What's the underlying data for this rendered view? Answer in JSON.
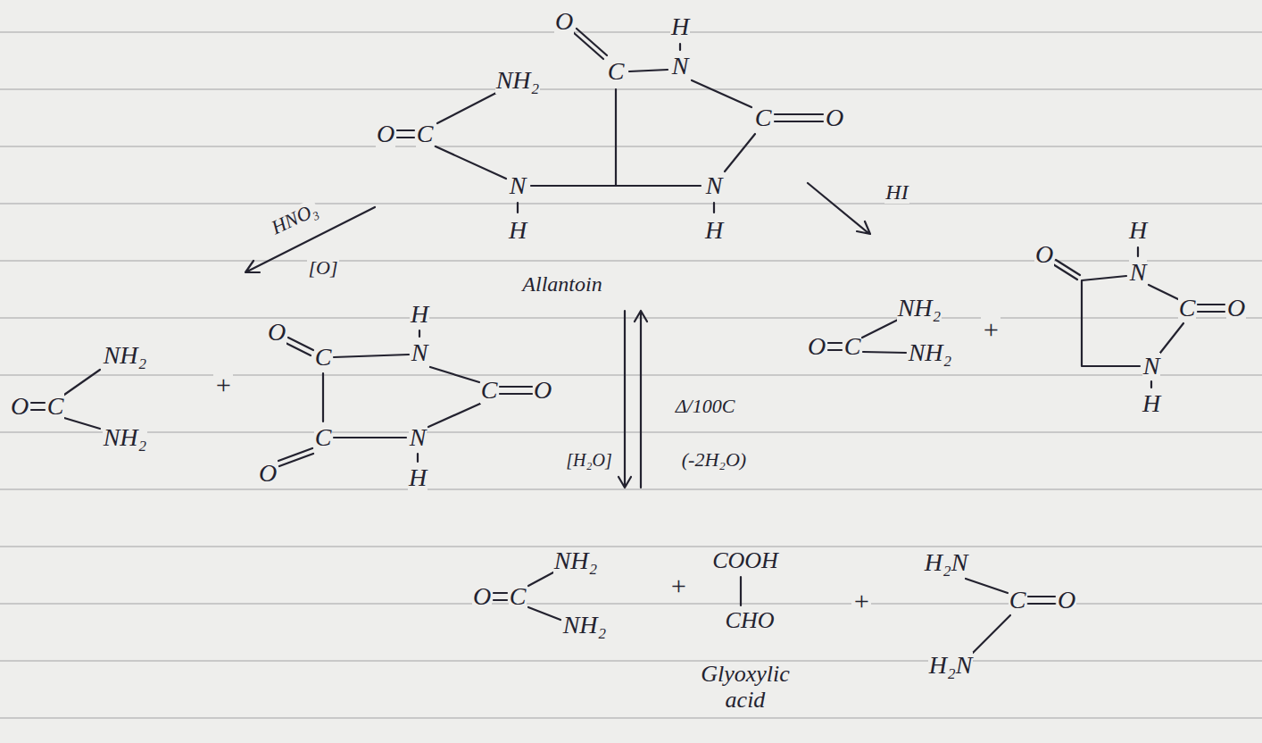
{
  "diagram": {
    "labels": [
      "O",
      "C",
      "H",
      "N",
      "NH₂",
      "O",
      "C",
      "C",
      "O",
      "N",
      "H",
      "N",
      "H",
      "Allantoin",
      "HNO₃",
      "[O]",
      "HI",
      "NH₂",
      "O",
      "C",
      "NH₂",
      "+",
      "O",
      "C",
      "H",
      "N",
      "C",
      "O",
      "O",
      "C",
      "N",
      "H",
      "[H₂O]",
      "Δ/100C",
      "(-2H₂O)",
      "O",
      "C",
      "NH₂",
      "NH₂",
      "+",
      "O",
      "H",
      "N",
      "C",
      "O",
      "N",
      "H",
      "O",
      "C",
      "NH₂",
      "NH₂",
      "+",
      "COOH",
      "CHO",
      "Glyoxylic acid",
      "+",
      "H₂N",
      "C",
      "O",
      "H₂N"
    ]
  }
}
